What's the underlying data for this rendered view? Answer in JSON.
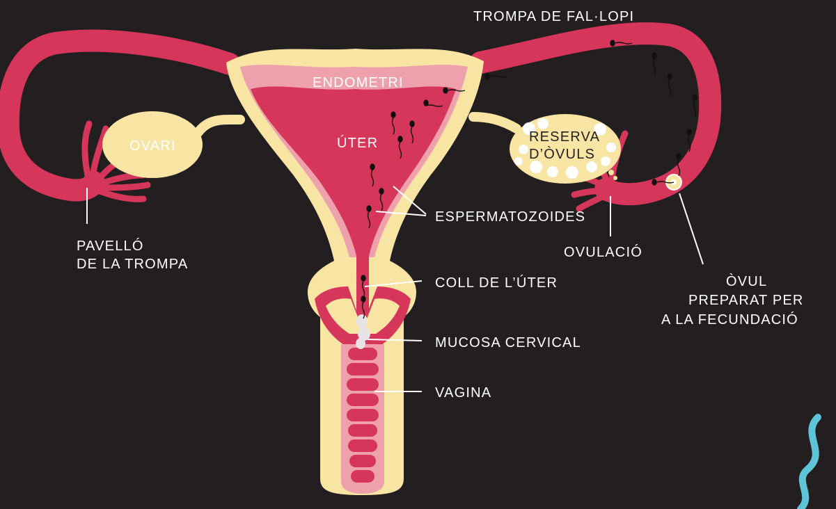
{
  "colors": {
    "background": "#231f20",
    "tube_red": "#d6365a",
    "uterus_red": "#d6365a",
    "endometrium_pink": "#eea1ad",
    "tissue_cream": "#f8e5a4",
    "label_text": "#ffffff",
    "sperm": "#111111",
    "accent_squiggle": "#5ec5d8"
  },
  "labels": {
    "trompa": "TROMPA DE FAL·LOPI",
    "endometri": "ENDOMETRI",
    "ovari": "OVARI",
    "uter": "ÚTER",
    "reserva_line1": "RESERVA",
    "reserva_line2": "D’ÒVULS",
    "pavello_line1": "PAVELLÓ",
    "pavello_line2": "DE LA TROMPA",
    "espermatozoides": "ESPERMATOZOIDES",
    "ovulacio": "OVULACIÓ",
    "coll": "COLL DE L’ÚTER",
    "ovul_line1": "ÒVUL",
    "ovul_line2": "PREPARAT PER",
    "ovul_line3": "A LA FECUNDACIÓ",
    "mucosa": "MUCOSA CERVICAL",
    "vagina": "VAGINA"
  }
}
